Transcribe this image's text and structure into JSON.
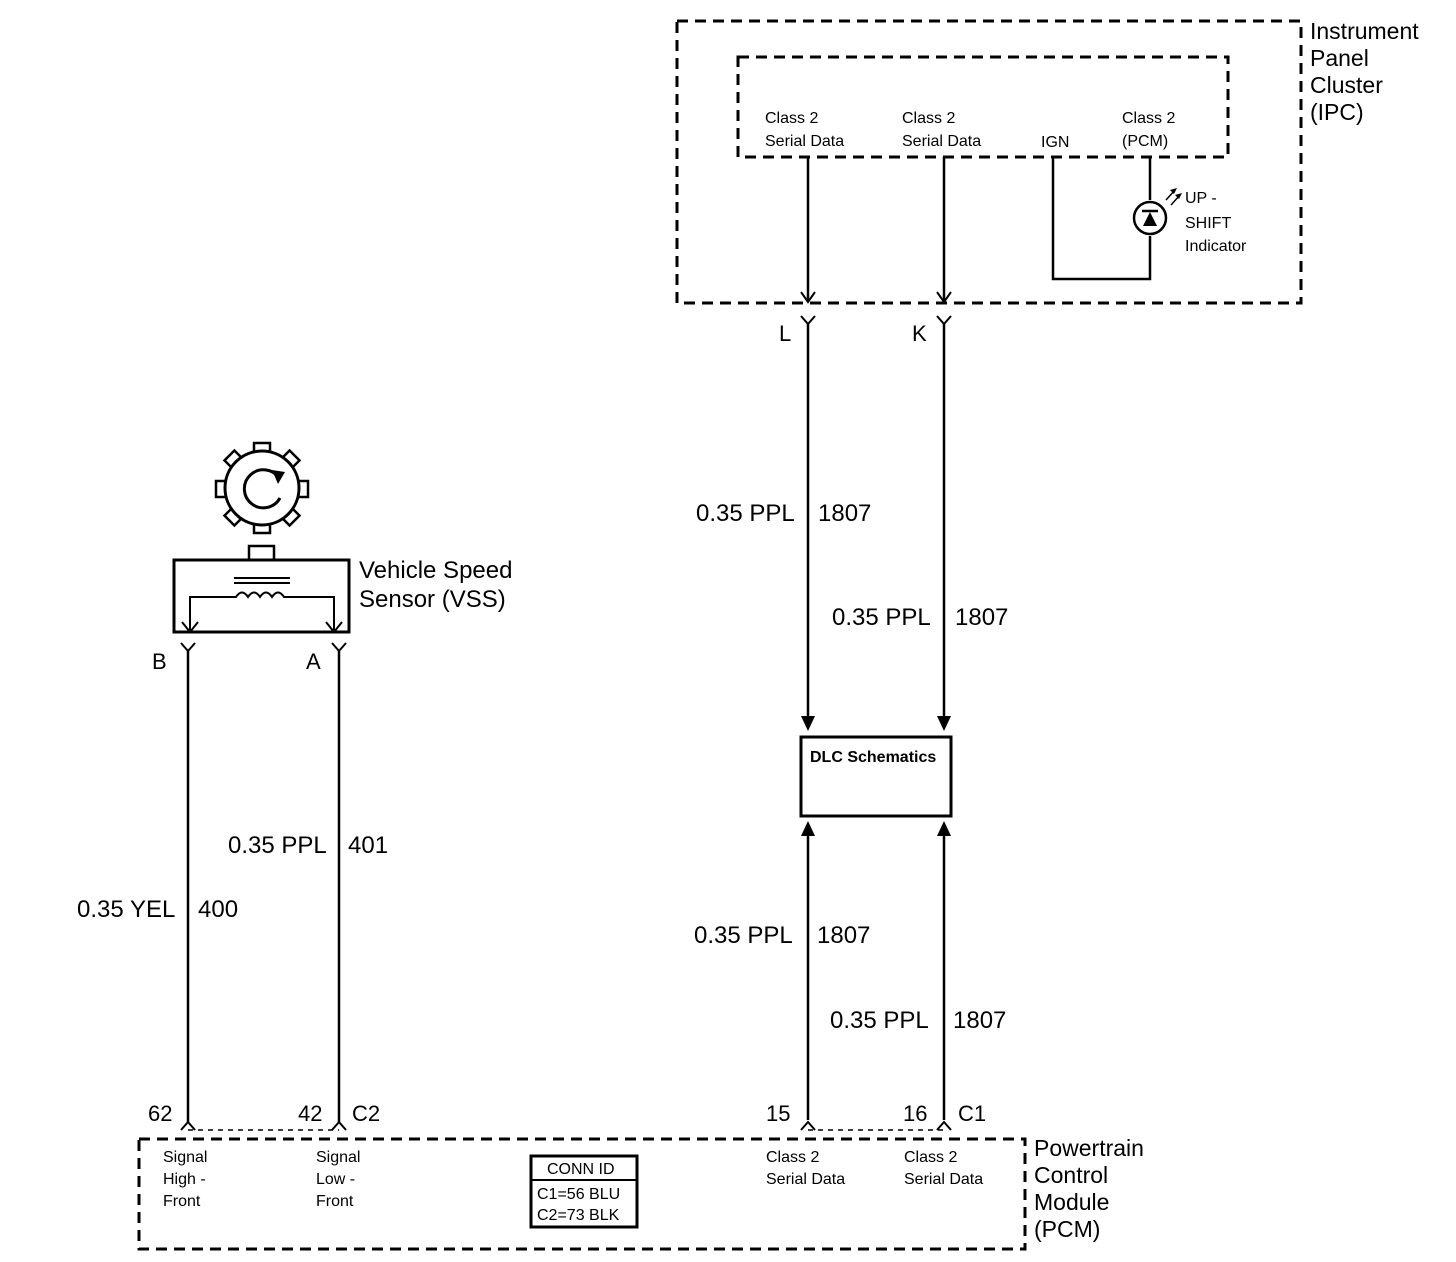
{
  "ipc": {
    "name_lines": [
      "Instrument",
      "Panel",
      "Cluster",
      "(IPC)"
    ],
    "term_l_lines": [
      "Class 2",
      "Serial Data"
    ],
    "term_k_lines": [
      "Class 2",
      "Serial Data"
    ],
    "ign": "IGN",
    "term_pcm_lines": [
      "Class 2",
      "(PCM)"
    ],
    "indicator_lines": [
      "UP -",
      "SHIFT",
      "Indicator"
    ]
  },
  "ipc_connector": {
    "pin_l": "L",
    "pin_k": "K"
  },
  "wires": {
    "ipc_l_to_dlc": {
      "gauge_color": "0.35 PPL",
      "circuit": "1807"
    },
    "ipc_k_to_dlc": {
      "gauge_color": "0.35 PPL",
      "circuit": "1807"
    },
    "pcm15_to_dlc": {
      "gauge_color": "0.35 PPL",
      "circuit": "1807"
    },
    "pcm16_to_dlc": {
      "gauge_color": "0.35 PPL",
      "circuit": "1807"
    },
    "vss_a": {
      "gauge_color": "0.35 PPL",
      "circuit": "401"
    },
    "vss_b": {
      "gauge_color": "0.35 YEL",
      "circuit": "400"
    }
  },
  "dlc": {
    "label": "DLC Schematics"
  },
  "vss": {
    "name_lines": [
      "Vehicle Speed",
      "Sensor (VSS)"
    ],
    "pin_b": "B",
    "pin_a": "A"
  },
  "pcm": {
    "name_lines": [
      "Powertrain",
      "Control",
      "Module",
      "(PCM)"
    ],
    "pin_62": "62",
    "pin_42": "42",
    "conn_c2": "C2",
    "pin_15": "15",
    "pin_16": "16",
    "conn_c1": "C1",
    "term_62_lines": [
      "Signal",
      "High -",
      "Front"
    ],
    "term_42_lines": [
      "Signal",
      "Low -",
      "Front"
    ],
    "term_15_lines": [
      "Class 2",
      "Serial Data"
    ],
    "term_16_lines": [
      "Class 2",
      "Serial Data"
    ],
    "conn_id": {
      "title": "CONN ID",
      "c1": "C1=56 BLU",
      "c2": "C2=73 BLK"
    }
  }
}
